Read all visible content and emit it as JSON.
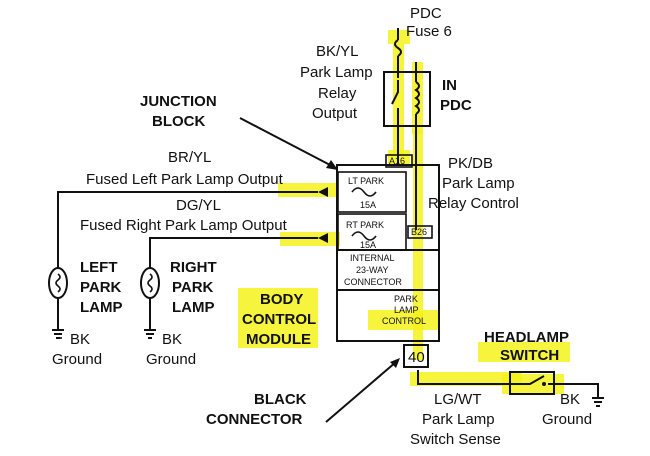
{
  "pdc": {
    "line1": "PDC",
    "line2": "Fuse 6"
  },
  "relay_output": {
    "line1": "BK/YL",
    "line2": "Park Lamp",
    "line3": "Relay",
    "line4": "Output"
  },
  "in_pdc": {
    "line1": "IN",
    "line2": "PDC"
  },
  "junction_block": {
    "line1": "JUNCTION",
    "line2": "BLOCK"
  },
  "left_output": {
    "line1": "BR/YL",
    "line2": "Fused Left Park Lamp Output"
  },
  "right_output": {
    "line1": "DG/YL",
    "line2": "Fused Right Park Lamp Output"
  },
  "relay_control": {
    "line1": "PK/DB",
    "line2": "Park Lamp",
    "line3": "Relay Control"
  },
  "pins": {
    "a16": "A16",
    "b26": "B26",
    "c40": "40"
  },
  "fuses": {
    "left": {
      "name": "LT PARK",
      "rating": "15A"
    },
    "right": {
      "name": "RT PARK",
      "rating": "15A"
    }
  },
  "internal_connector": {
    "line1": "INTERNAL",
    "line2": "23-WAY",
    "line3": "CONNECTOR"
  },
  "park_lamp_control": {
    "line1": "PARK",
    "line2": "LAMP",
    "line3": "CONTROL"
  },
  "left_lamp": {
    "line1": "LEFT",
    "line2": "PARK",
    "line3": "LAMP",
    "ground1": "BK",
    "ground2": "Ground"
  },
  "right_lamp": {
    "line1": "RIGHT",
    "line2": "PARK",
    "line3": "LAMP",
    "ground1": "BK",
    "ground2": "Ground"
  },
  "bcm": {
    "line1": "BODY",
    "line2": "CONTROL",
    "line3": "MODULE"
  },
  "black_connector": {
    "line1": "BLACK",
    "line2": "CONNECTOR"
  },
  "headlamp_switch": {
    "line1": "HEADLAMP",
    "line2": "SWITCH",
    "ground1": "BK",
    "ground2": "Ground"
  },
  "switch_sense": {
    "line1": "LG/WT",
    "line2": "Park Lamp",
    "line3": "Switch Sense"
  },
  "colors": {
    "highlight": "#f5f21a",
    "ink": "#111111"
  }
}
